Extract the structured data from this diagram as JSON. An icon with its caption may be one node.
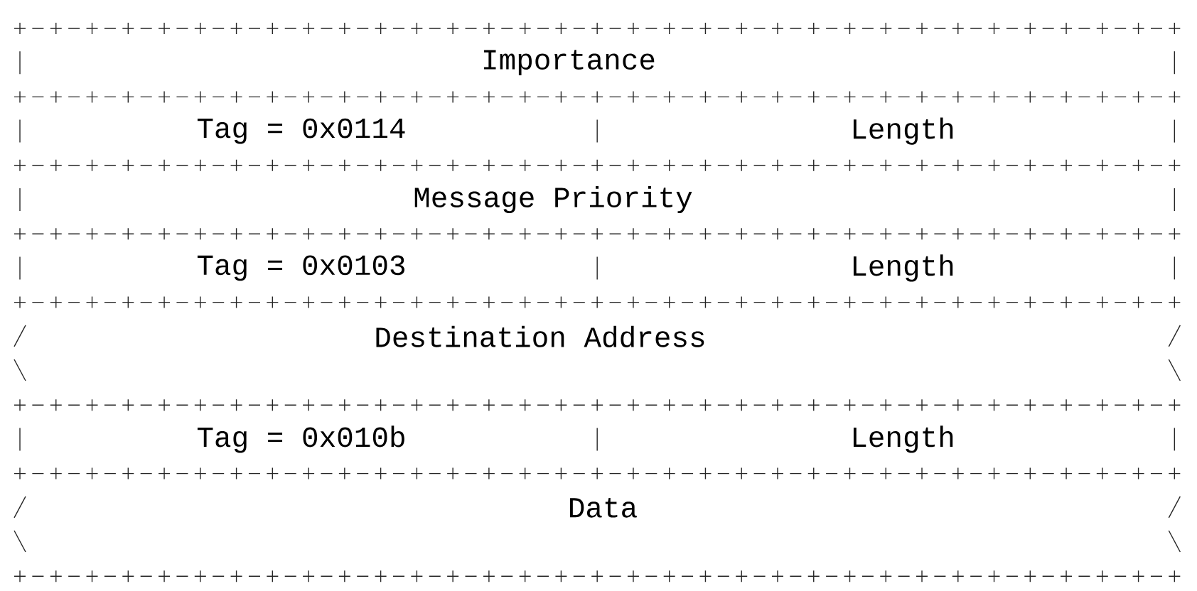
{
  "diagram": {
    "nodes": [
      {
        "text": [
          "Importance"
        ]
      },
      {
        "text": [
          "Tag = 0x0114"
        ]
      },
      {
        "text": [
          "Length"
        ]
      },
      {
        "text": [
          "Message Priority"
        ]
      },
      {
        "text": [
          "Tag = 0x0103"
        ]
      },
      {
        "text": [
          "Length"
        ]
      },
      {
        "text": [
          "Destination Address"
        ]
      },
      {
        "text": [
          "Tag = 0x010b"
        ]
      },
      {
        "text": [
          "Length"
        ]
      },
      {
        "text": [
          "Data"
        ]
      }
    ]
  }
}
